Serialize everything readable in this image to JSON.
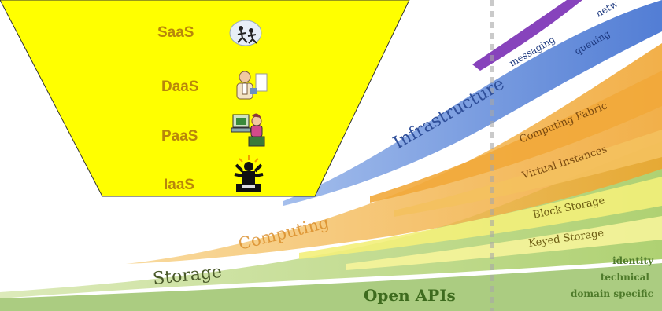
{
  "trapezoid": {
    "items": [
      {
        "label": "SaaS",
        "icon": "people-running-icon"
      },
      {
        "label": "DaaS",
        "icon": "office-worker-icon"
      },
      {
        "label": "PaaS",
        "icon": "computer-user-icon"
      },
      {
        "label": "IaaS",
        "icon": "server-rack-icon"
      }
    ],
    "fill": "#ffff00"
  },
  "bands": {
    "storage": {
      "title": "Storage",
      "sub": [
        "Block Storage",
        "Keyed Storage"
      ],
      "color": "#b7d57a"
    },
    "computing": {
      "title": "Computing",
      "sub": [
        "Computing Fabric",
        "Virtual Instances"
      ],
      "color": "#f3b13a"
    },
    "infrastructure": {
      "title": "Infrastructure",
      "sub": [
        "messaging",
        "queuing",
        "netw"
      ],
      "color": "#4f7fd6"
    },
    "apis": {
      "title": "Open APIs",
      "sub": [
        "identity",
        "technical",
        "domain specific"
      ],
      "color": "#8fb35a"
    }
  },
  "colors": {
    "purple": "#7a2fb5",
    "divider": "#b0b0b0"
  }
}
